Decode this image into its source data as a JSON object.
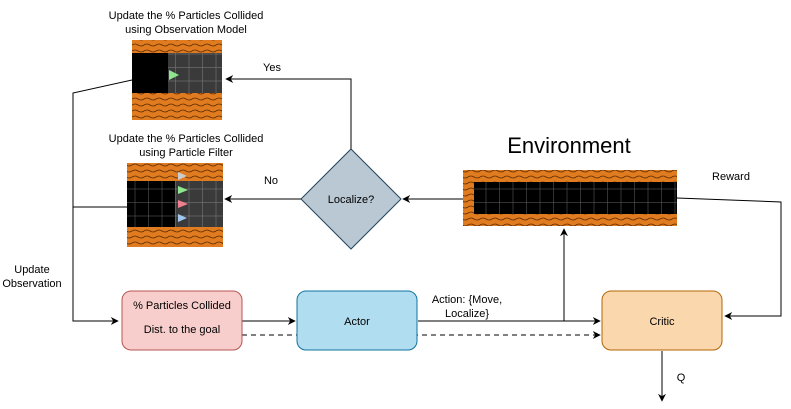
{
  "labels": {
    "observation_model_title_1": "Update the % Particles Collided",
    "observation_model_title_2": "using Observation Model",
    "particle_filter_title_1": "Update the % Particles Collided",
    "particle_filter_title_2": "using Particle Filter",
    "environment": "Environment",
    "localize": "Localize?",
    "yes": "Yes",
    "no": "No",
    "reward": "Reward",
    "update_observation_1": "Update",
    "update_observation_2": "Observation",
    "state_line_1": "% Particles Collided",
    "state_line_2": "Dist. to the goal",
    "actor": "Actor",
    "critic": "Critic",
    "action_line_1": "Action: {Move,",
    "action_line_2": "Localize}",
    "q": "Q"
  },
  "colors": {
    "state_fill": "#f8cecc",
    "state_stroke": "#b85450",
    "actor_fill": "#b1ddf0",
    "actor_stroke": "#10739e",
    "critic_fill": "#fad7ac",
    "critic_stroke": "#b46504",
    "decision_fill": "#bac8d3",
    "decision_stroke": "#23445d",
    "wall_orange": "#e07b20",
    "grid_black": "#000000",
    "grid_gray": "#3a3a3a",
    "agent_green": "#8ee68e",
    "agent_pink": "#f08090",
    "agent_blue": "#9ec8f0"
  },
  "icons": [
    "grid-world-observation-model",
    "grid-world-particle-filter",
    "environment-corridor-grid"
  ]
}
